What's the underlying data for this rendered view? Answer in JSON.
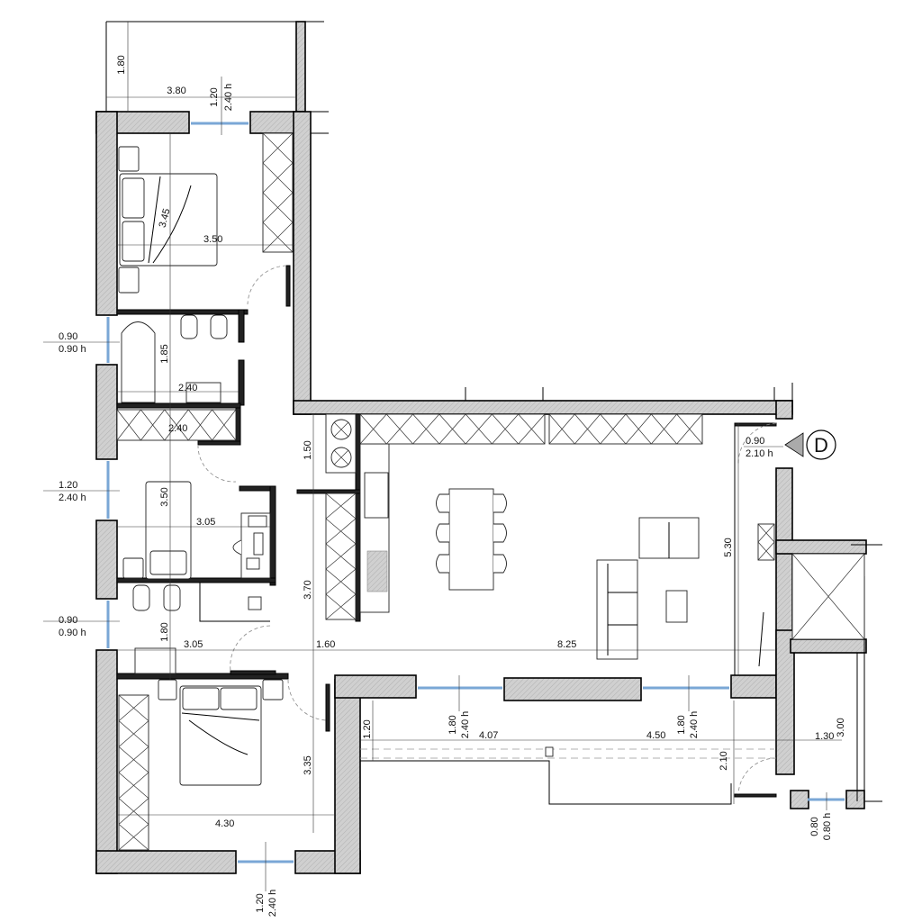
{
  "title": "Apartment floor plan",
  "marker": {
    "letter": "D"
  },
  "dims": [
    "1.80",
    "3.80",
    "1.20",
    "2.40 h",
    "3.45",
    "3.50",
    "0.90",
    "0.90 h",
    "1.85",
    "2.40",
    "2.40",
    "1.20",
    "2.40 h",
    "3.50",
    "3.05",
    "0.90",
    "0.90 h",
    "1.80",
    "3.05",
    "1.60",
    "1.50",
    "3.70",
    "3.35",
    "4.30",
    "1.20",
    "2.40 h",
    "0.90",
    "2.10 h",
    "5.30",
    "8.25",
    "1.20",
    "1.80",
    "2.40 h",
    "4.07",
    "4.50",
    "1.80",
    "2.40 h",
    "2.10",
    "1.30",
    "3.00",
    "0.80",
    "0.80 h"
  ],
  "colors": {
    "wall_hatch": "#c8c8c8",
    "glass": "#7aa7d6",
    "line": "#000000"
  }
}
